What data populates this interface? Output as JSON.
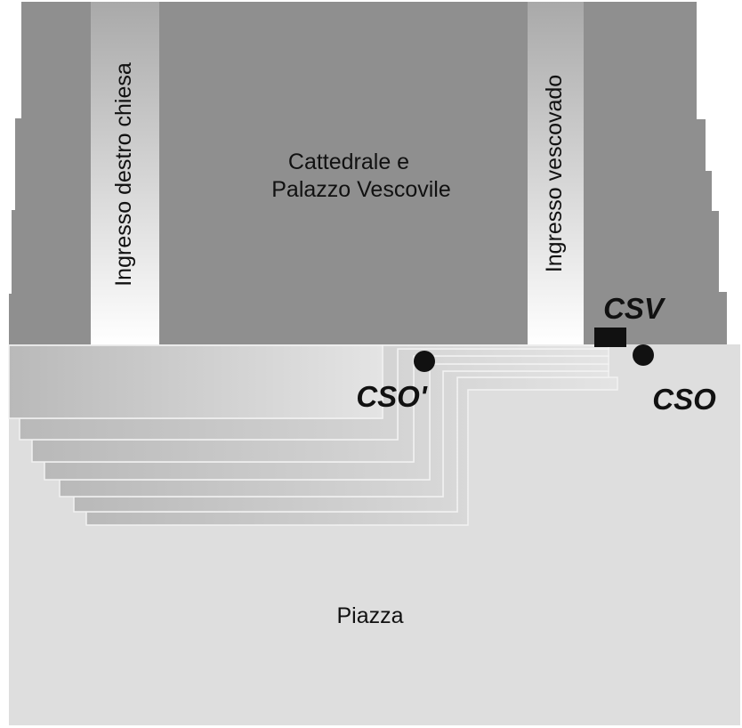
{
  "building": {
    "label_line1": "Cattedrale e",
    "label_line2": "Palazzo Vescovile"
  },
  "entrances": {
    "left": "Ingresso destro chiesa",
    "right": "Ingresso vescovado"
  },
  "markers": {
    "csv": "CSV",
    "cso_prime": "CSO'",
    "cso": "CSO"
  },
  "piazza": "Piazza",
  "colors": {
    "building": "#8f8f8f",
    "piazza": "#dedede",
    "steps": "#c8c8c8",
    "marker": "#111111"
  }
}
